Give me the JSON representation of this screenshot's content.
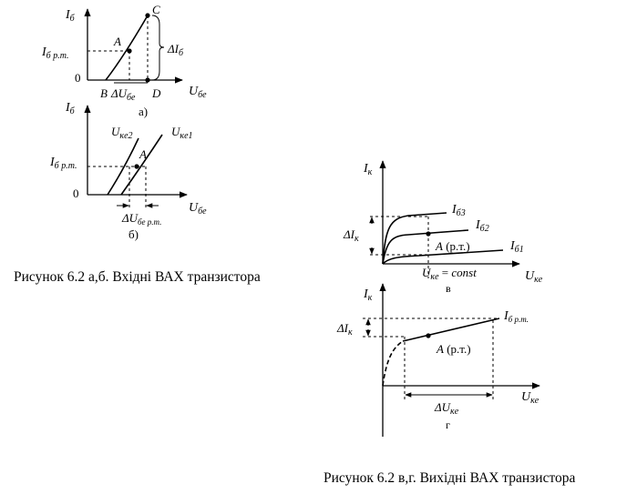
{
  "captions": {
    "left": "Рисунок 6.2 а,б. Вхідні ВАХ транзистора",
    "right": "Рисунок 6.2 в,г. Вихідні ВАХ транзистора"
  },
  "graph_a": {
    "y_axis": "I",
    "y_axis_sub": "б",
    "x_axis": "U",
    "x_axis_sub": "бе",
    "y_tick_main": "I",
    "y_tick_sub": "б р.т.",
    "zero": "0",
    "point_a": "A",
    "point_b": "B",
    "point_c": "C",
    "point_d": "D",
    "delta_i": "ΔI",
    "delta_i_sub": "б",
    "delta_u": "ΔU",
    "delta_u_sub": "бе",
    "label": "а)"
  },
  "graph_b": {
    "y_axis": "I",
    "y_axis_sub": "б",
    "x_axis": "U",
    "x_axis_sub": "бе",
    "y_tick_main": "I",
    "y_tick_sub": "б р.т.",
    "zero": "0",
    "point_a": "A",
    "curve1": "U",
    "curve1_sub": "кe2",
    "curve2": "U",
    "curve2_sub": "кe1",
    "delta_u": "ΔU",
    "delta_u_sub": "бе р.т.",
    "label": "б)"
  },
  "graph_c": {
    "y_axis": "I",
    "y_axis_sub": "к",
    "x_axis": "U",
    "x_axis_sub": "кe",
    "curve_top": "I",
    "curve_top_sub": "б3",
    "curve_mid": "I",
    "curve_mid_sub": "б2",
    "curve_bot": "I",
    "curve_bot_sub": "б1",
    "delta_i": "ΔI",
    "delta_i_sub": "к",
    "point_a": "A",
    "point_a_note": "(р.т.)",
    "const_u": "U",
    "const_u_sub": "кe",
    "const_rest": " = ",
    "const_word": "const",
    "label": "в"
  },
  "graph_d": {
    "y_axis": "I",
    "y_axis_sub": "к",
    "x_axis": "U",
    "x_axis_sub": "кe",
    "curve": "I",
    "curve_sub": "б р.т.",
    "delta_i": "ΔI",
    "delta_i_sub": "к",
    "point_a": "A",
    "point_a_note": "(р.т.)",
    "delta_u": "ΔU",
    "delta_u_sub": "кe",
    "label": "г"
  }
}
